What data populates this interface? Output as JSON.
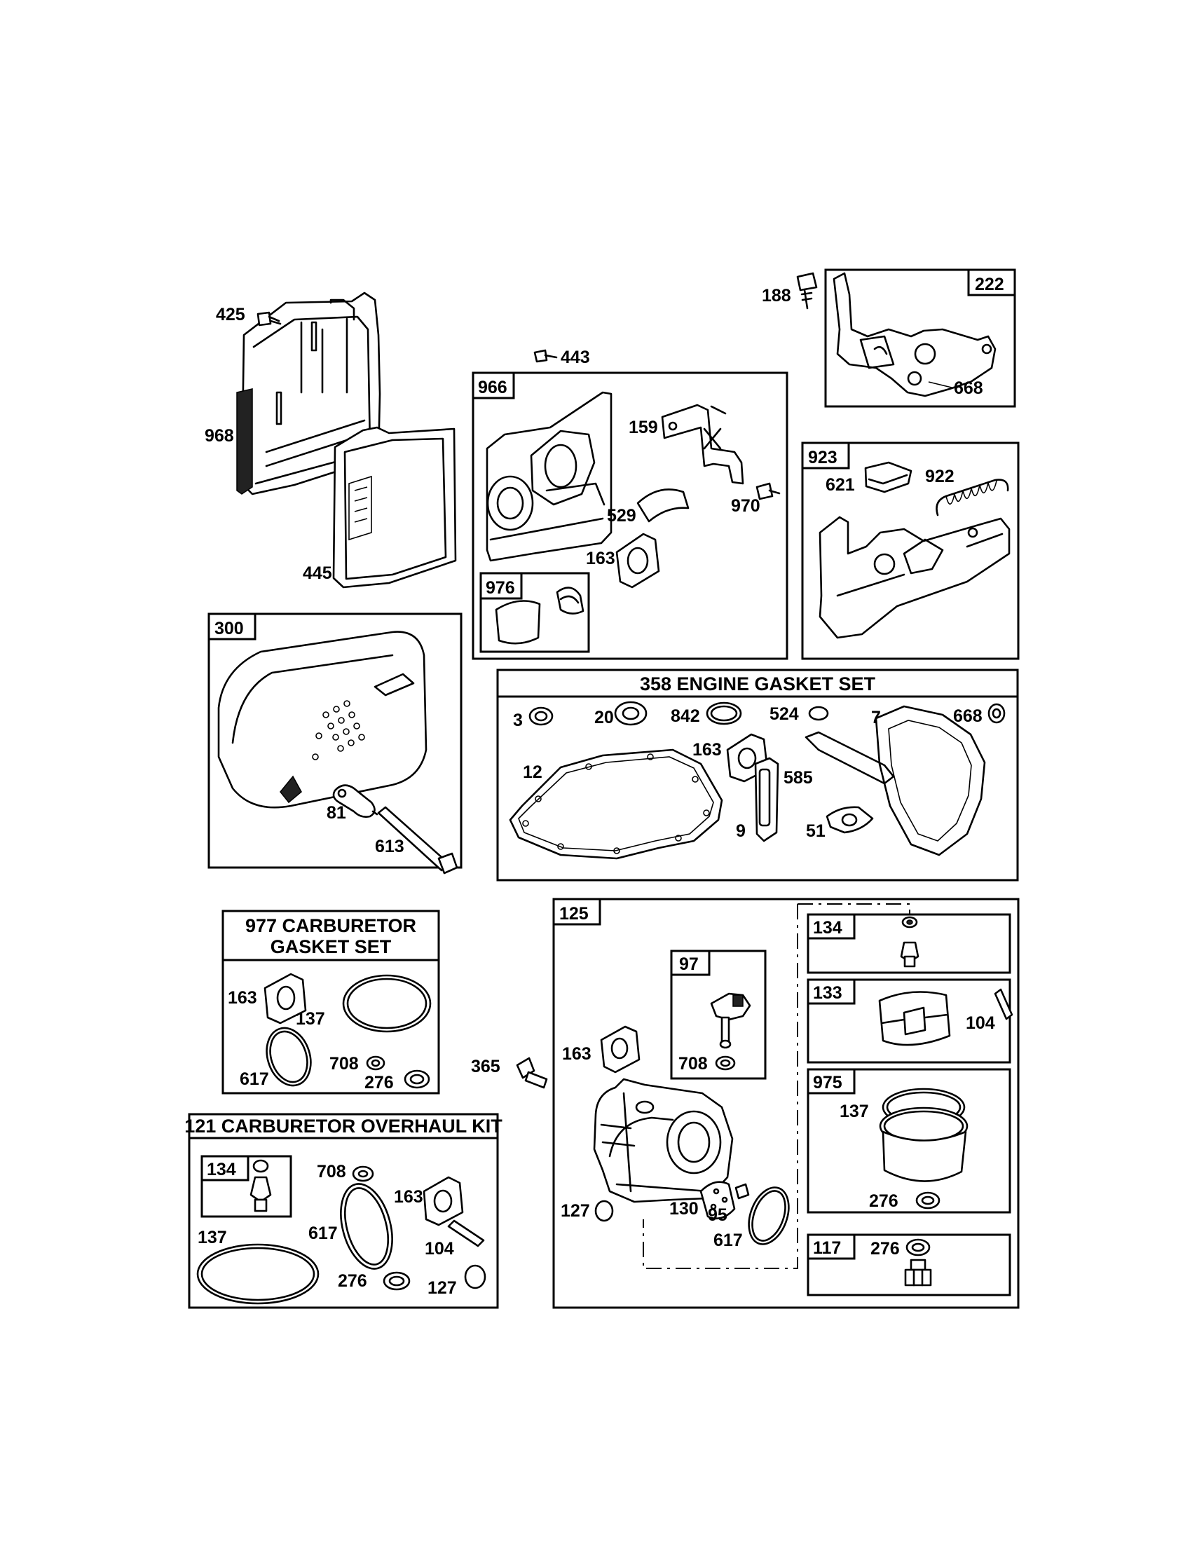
{
  "diagram": {
    "box_tags": {
      "b222": "222",
      "b966": "966",
      "b976": "976",
      "b923": "923",
      "b300": "300",
      "b125": "125",
      "b97": "97",
      "b134a": "134",
      "b133": "133",
      "b975": "975",
      "b117": "117",
      "b134b": "134"
    },
    "box_titles": {
      "gasket_set": "358 ENGINE GASKET SET",
      "carb_gasket_line1": "977 CARBURETOR",
      "carb_gasket_line2": "GASKET SET",
      "overhaul_kit": "121 CARBURETOR OVERHAUL KIT"
    },
    "part_labels": {
      "p425": "425",
      "p968": "968",
      "p445": "445",
      "p443": "443",
      "p188": "188",
      "p668a": "668",
      "p159": "159",
      "p970": "970",
      "p529": "529",
      "p163a": "163",
      "p621": "621",
      "p922": "922",
      "p81": "81",
      "p613": "613",
      "p3": "3",
      "p20": "20",
      "p842": "842",
      "p524": "524",
      "p7": "7",
      "p668b": "668",
      "p12": "12",
      "p163b": "163",
      "p585": "585",
      "p9": "9",
      "p51": "51",
      "p163c": "163",
      "p137a": "137",
      "p617a": "617",
      "p708a": "708",
      "p276a": "276",
      "p365": "365",
      "p163d": "163",
      "p708b": "708",
      "p104a": "104",
      "p137b": "137",
      "p276b": "276",
      "p276c": "276",
      "p127a": "127",
      "p130": "130",
      "p95": "95",
      "p617b": "617",
      "p708c": "708",
      "p163e": "163",
      "p137c": "137",
      "p617c": "617",
      "p104b": "104",
      "p276d": "276",
      "p127b": "127"
    }
  }
}
